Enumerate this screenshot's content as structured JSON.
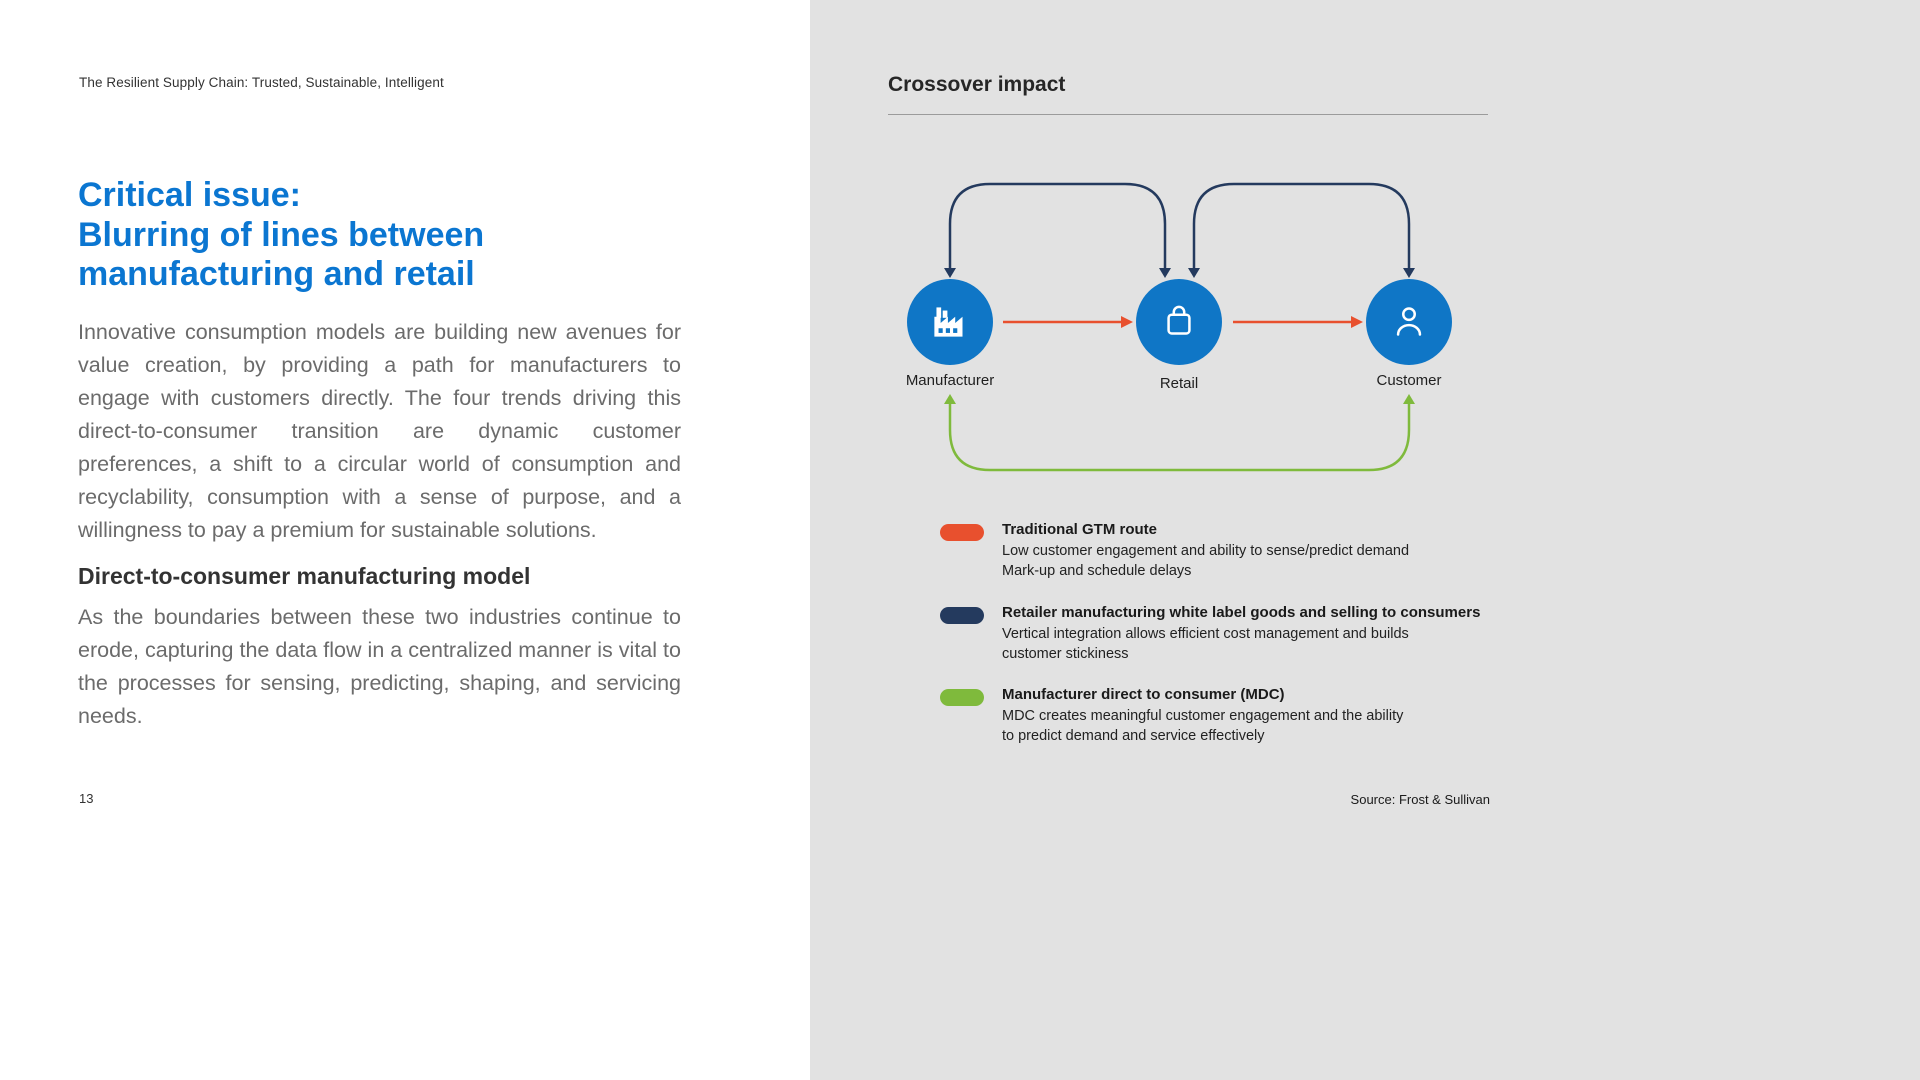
{
  "left": {
    "running_header": "The Resilient Supply Chain: Trusted, Sustainable, Intelligent",
    "heading_lines": [
      "Critical issue:",
      "Blurring of lines between",
      "manufacturing and retail"
    ],
    "paragraph1": "Innovative consumption models are building new avenues for value creation, by providing a path for manufacturers to engage with customers directly. The four trends driving this direct-to-consumer transition are dynamic customer preferences, a shift to a circular world of consumption and recyclability, consumption with a sense of purpose, and a willingness to pay a premium for sustainable solutions.",
    "subheading": "Direct-to-consumer manufacturing model",
    "paragraph2": "As the boundaries between these two industries continue to erode, capturing the data flow in a centralized manner is vital to the processes for sensing, predicting, shaping, and servicing needs.",
    "page_number": "13"
  },
  "right": {
    "title": "Crossover impact",
    "nodes": [
      {
        "label": "Manufacturer",
        "icon": "factory-icon"
      },
      {
        "label": "Retail",
        "icon": "shopping-bag-icon"
      },
      {
        "label": "Customer",
        "icon": "person-icon"
      }
    ],
    "legend": [
      {
        "color": "#E8502E",
        "title": "Traditional GTM route",
        "lines": [
          "Low customer engagement and ability to sense/predict demand",
          "Mark-up and schedule delays"
        ]
      },
      {
        "color": "#243A5E",
        "title": "Retailer manufacturing white label goods and selling to consumers",
        "lines": [
          "Vertical integration allows efficient cost management and builds",
          "customer stickiness"
        ]
      },
      {
        "color": "#7FBA3C",
        "title": "Manufacturer direct to consumer (MDC)",
        "lines": [
          "MDC creates meaningful customer engagement and the ability",
          "to predict demand and service effectively"
        ]
      }
    ],
    "source": "Source: Frost & Sullivan"
  },
  "colors": {
    "accent_blue": "#0B76D1",
    "node_blue": "#0F76C6",
    "gtm_orange": "#E8502E",
    "retail_navy": "#243A5E",
    "mdc_green": "#7FBA3C",
    "panel_gray": "#E2E2E2"
  }
}
